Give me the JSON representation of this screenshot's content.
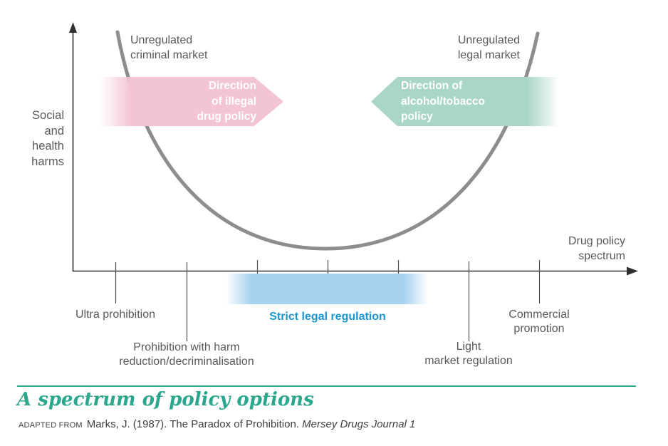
{
  "colors": {
    "accent_teal": "#2aa78d",
    "pink_arrow": "#f3c4d5",
    "green_arrow": "#a9d6c6",
    "blue_band": "#a6d2ef",
    "blue_text": "#1896d1",
    "curve_gray": "#8b8d8f",
    "label_gray": "#58595b"
  },
  "chart": {
    "y_axis": {
      "label_lines": [
        "Social",
        "and",
        "health",
        "harms"
      ]
    },
    "x_axis": {
      "label_lines": [
        "Drug policy",
        "spectrum"
      ]
    },
    "top_labels": {
      "left_lines": [
        "Unregulated",
        "criminal market"
      ],
      "right_lines": [
        "Unregulated",
        "legal market"
      ]
    },
    "arrows": {
      "illegal": {
        "lines": [
          "Direction",
          "of illegal",
          "drug policy"
        ],
        "direction": "right"
      },
      "alcohol": {
        "lines": [
          "Direction of",
          "alcohol/tobacco",
          "policy"
        ],
        "direction": "left"
      }
    },
    "x_ticks": [
      {
        "lines": [
          "Ultra prohibition"
        ],
        "highlighted": false
      },
      {
        "lines": [
          "Prohibition with harm",
          "reduction/decriminalisation"
        ],
        "highlighted": false
      },
      {
        "lines": [
          "Strict legal regulation"
        ],
        "highlighted": true
      },
      {
        "lines": [
          "Light",
          "market regulation"
        ],
        "highlighted": false
      },
      {
        "lines": [
          "Commercial",
          "promotion"
        ],
        "highlighted": false
      }
    ]
  },
  "footer": {
    "title": "A spectrum of policy options",
    "credit_prefix": "ADAPTED FROM",
    "credit_main": "Marks, J. (1987). The Paradox of Prohibition.",
    "credit_italic": "Mersey Drugs Journal 1"
  },
  "chart_data": {
    "type": "line",
    "title": "A spectrum of policy options",
    "xlabel": "Drug policy spectrum",
    "ylabel": "Social and health harms",
    "axes_numeric": false,
    "grid": false,
    "curve_shape": "U",
    "categories": [
      "Ultra prohibition",
      "Prohibition with harm reduction/decriminalisation",
      "Strict legal regulation (left edge)",
      "Strict legal regulation (centre)",
      "Strict legal regulation (right edge)",
      "Light market regulation",
      "Commercial promotion"
    ],
    "x_positions": [
      1,
      2,
      3,
      4,
      5,
      6,
      7
    ],
    "series": [
      {
        "name": "Social and health harms (normalized 0-1, estimated from curve)",
        "values": [
          1.0,
          0.38,
          0.15,
          0.1,
          0.15,
          0.38,
          1.0
        ]
      }
    ],
    "highlight_band": {
      "label": "Strict legal regulation",
      "x_from": 3,
      "x_to": 5,
      "color": "#a6d2ef"
    },
    "annotations": [
      {
        "text": "Unregulated criminal market",
        "position": "top-left end of curve"
      },
      {
        "text": "Unregulated legal market",
        "position": "top-right end of curve"
      },
      {
        "text": "Direction of illegal drug policy",
        "type": "arrow",
        "direction": "right",
        "color": "#f3c4d5"
      },
      {
        "text": "Direction of alcohol/tobacco policy",
        "type": "arrow",
        "direction": "left",
        "color": "#a9d6c6"
      }
    ],
    "legend_position": "none"
  }
}
